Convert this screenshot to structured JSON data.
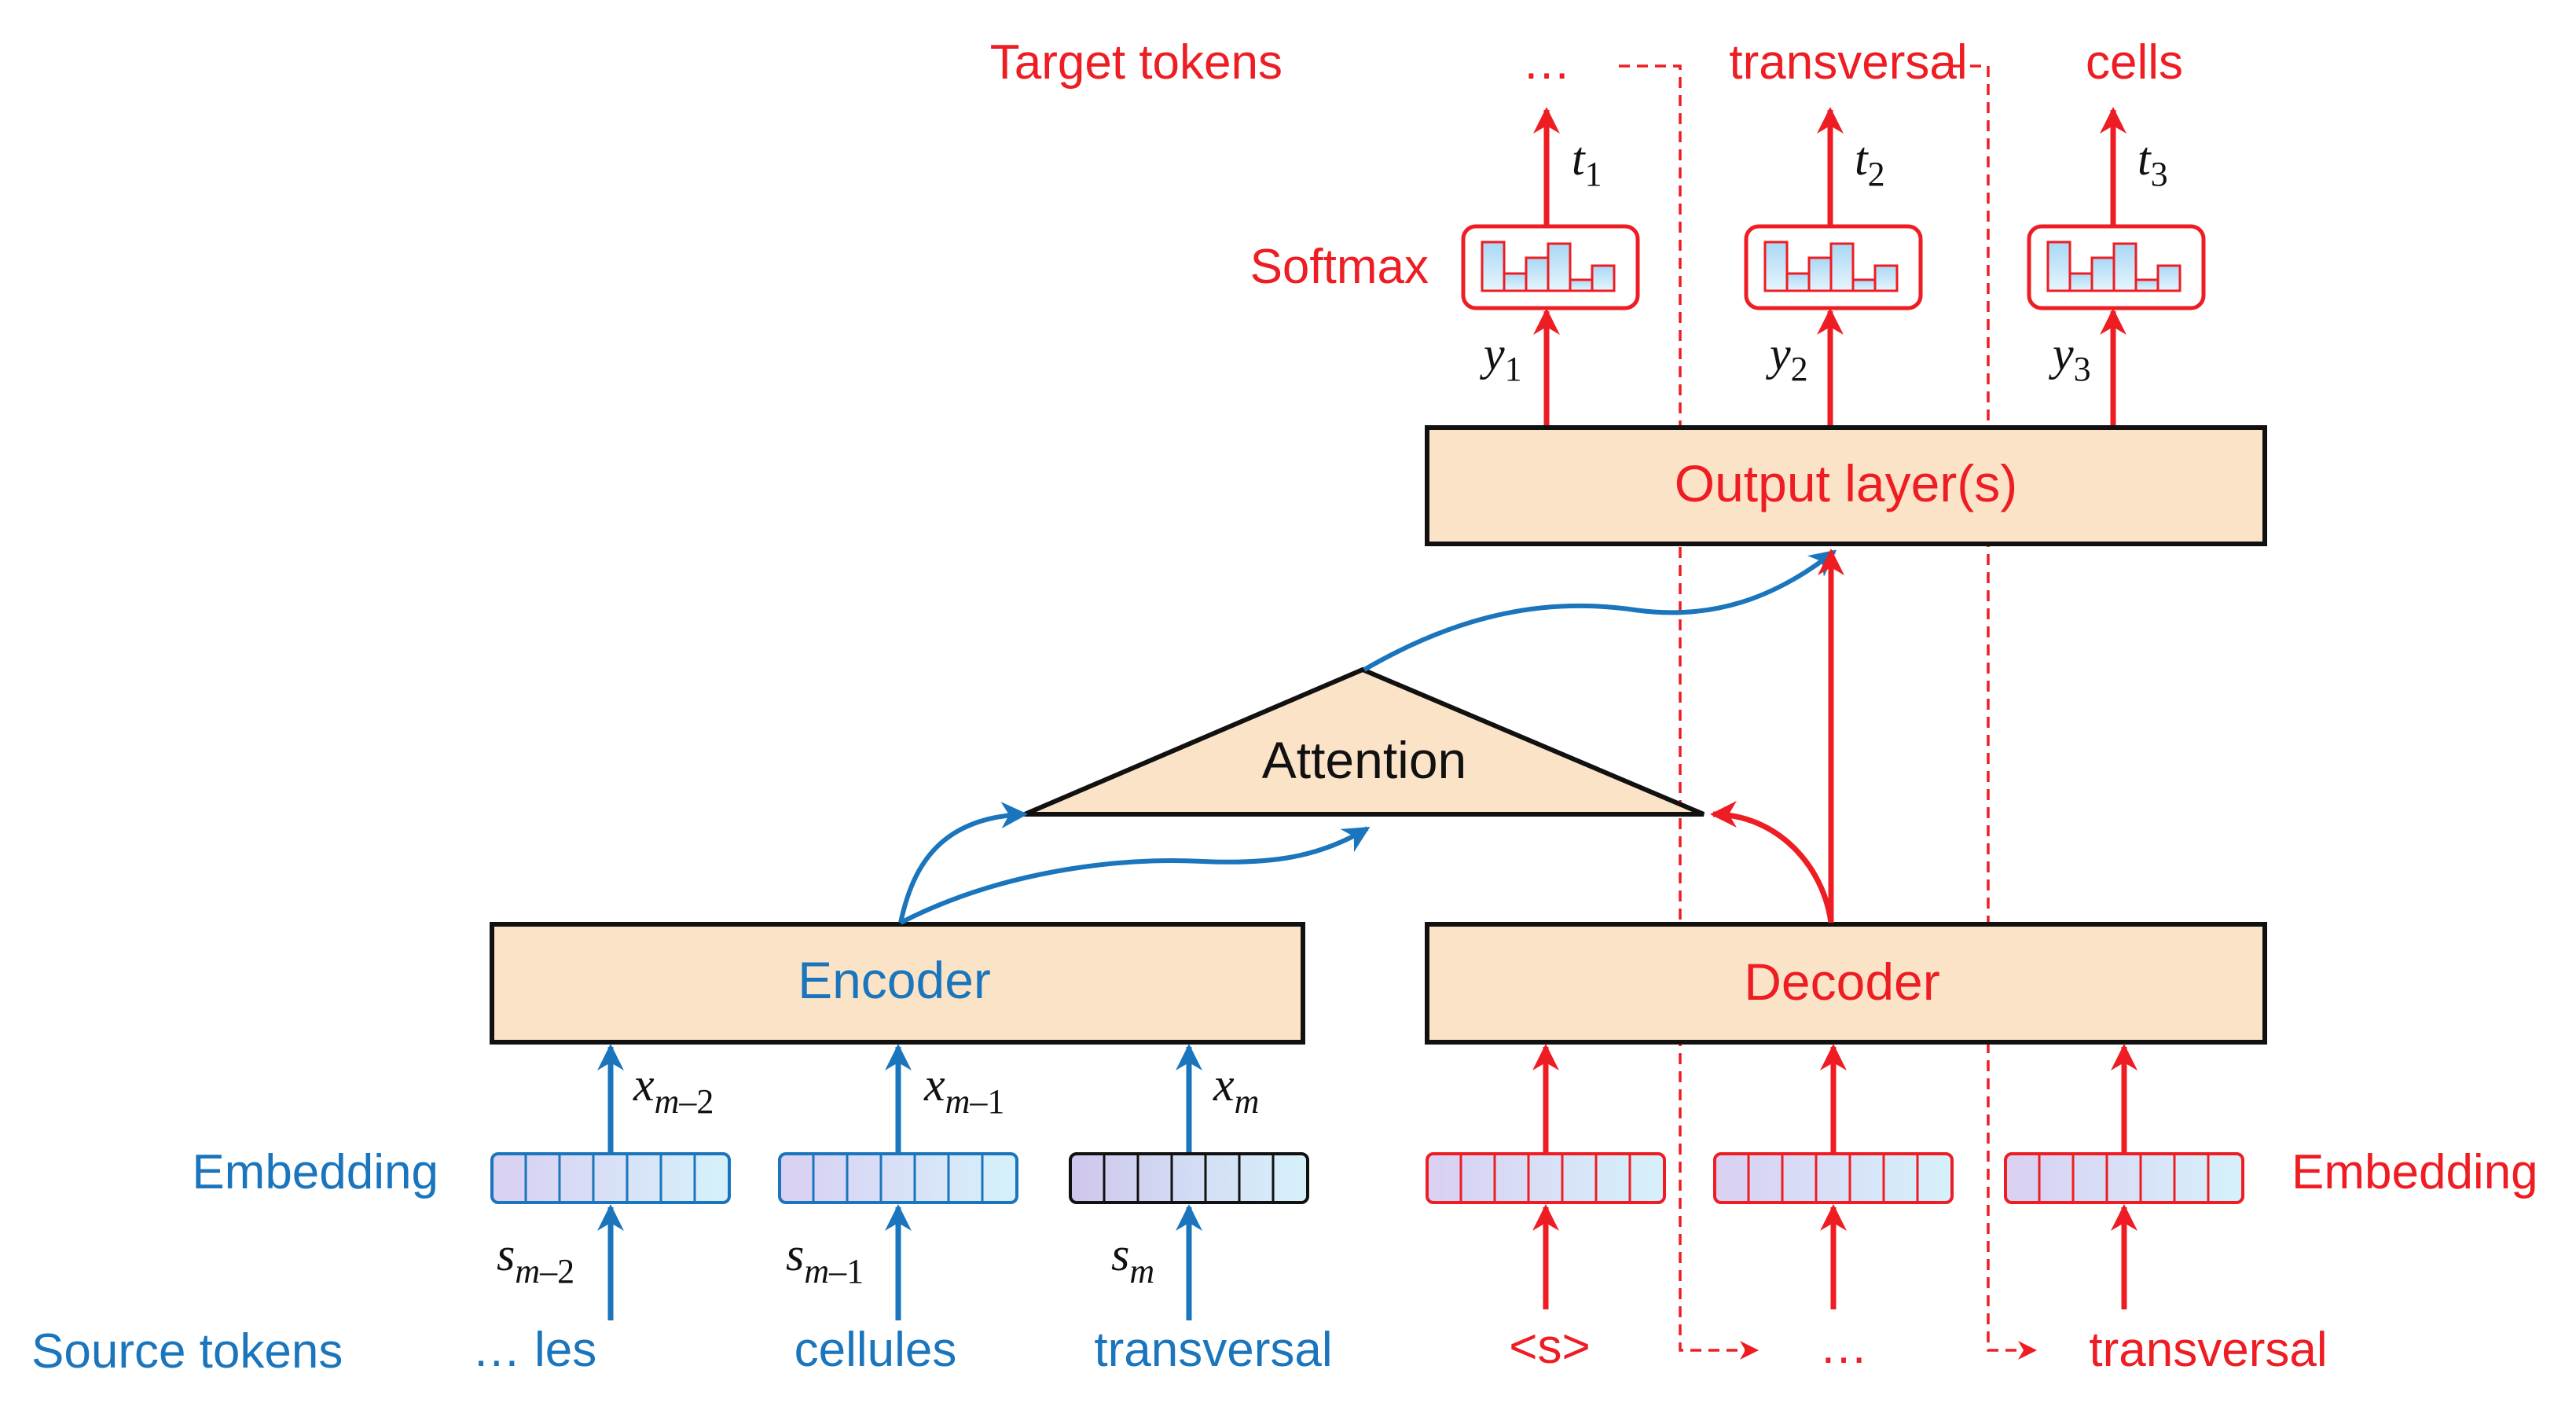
{
  "colors": {
    "red": "#ee1d23",
    "blue": "#1a75bc",
    "box_fill": "#fbe3c8",
    "emb_fill_start": "#d9cff2",
    "emb_fill_end": "#d6f1fb"
  },
  "labels": {
    "target_tokens": "Target tokens",
    "softmax": "Softmax",
    "embedding_left": "Embedding",
    "embedding_right": "Embedding",
    "source_tokens": "Source tokens"
  },
  "boxes": {
    "encoder": "Encoder",
    "decoder": "Decoder",
    "attention": "Attention",
    "output": "Output layer(s)"
  },
  "target_tokens": [
    "…",
    "transversal",
    "cells"
  ],
  "source_tokens": [
    "… les",
    "cellules",
    "transversal"
  ],
  "decoder_inputs": [
    "<s>",
    "…",
    "transversal"
  ],
  "source_vars": {
    "x": [
      {
        "base": "x",
        "sub": "m",
        "suffix": "–2"
      },
      {
        "base": "x",
        "sub": "m",
        "suffix": "–1"
      },
      {
        "base": "x",
        "sub": "m",
        "suffix": ""
      }
    ],
    "s": [
      {
        "base": "s",
        "sub": "m",
        "suffix": "–2"
      },
      {
        "base": "s",
        "sub": "m",
        "suffix": "–1"
      },
      {
        "base": "s",
        "sub": "m",
        "suffix": ""
      }
    ]
  },
  "target_vars": {
    "t": [
      {
        "base": "t",
        "sub": "1"
      },
      {
        "base": "t",
        "sub": "2"
      },
      {
        "base": "t",
        "sub": "3"
      }
    ],
    "y": [
      {
        "base": "y",
        "sub": "1"
      },
      {
        "base": "y",
        "sub": "2"
      },
      {
        "base": "y",
        "sub": "3"
      }
    ]
  }
}
